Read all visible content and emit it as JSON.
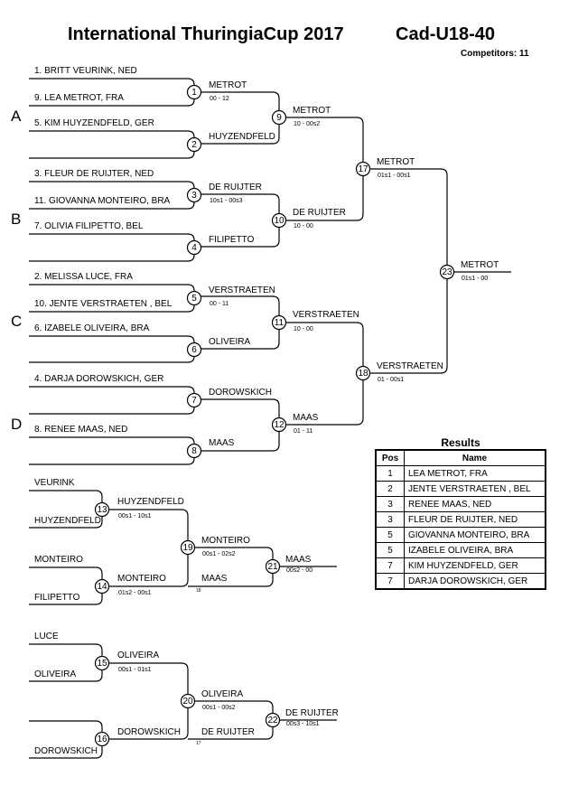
{
  "header": {
    "title": "International ThuringiaCup 2017",
    "category": "Cad-U18-40",
    "competitors": "Competitors: 11"
  },
  "groups": [
    "A",
    "B",
    "C",
    "D"
  ],
  "entrants": [
    "1. BRITT VEURINK, NED",
    "9. LEA METROT, FRA",
    "5. KIM HUYZENDFELD, GER",
    "3. FLEUR DE RUIJTER, NED",
    "11. GIOVANNA MONTEIRO, BRA",
    "7. OLIVIA FILIPETTO, BEL",
    "2. MELISSA LUCE, FRA",
    "10. JENTE VERSTRAETEN , BEL",
    "6. IZABELE OLIVEIRA, BRA",
    "4. DARJA DOROWSKICH, GER",
    "8. RENEE MAAS, NED"
  ],
  "matches": [
    {
      "num": "1",
      "winner": "METROT",
      "score": "00 - 12"
    },
    {
      "num": "2",
      "winner": "HUYZENDFELD",
      "score": ""
    },
    {
      "num": "3",
      "winner": "DE RUIJTER",
      "score": "10s1 - 00s3"
    },
    {
      "num": "4",
      "winner": "FILIPETTO",
      "score": ""
    },
    {
      "num": "5",
      "winner": "VERSTRAETEN",
      "score": "00 - 11"
    },
    {
      "num": "6",
      "winner": "OLIVEIRA",
      "score": ""
    },
    {
      "num": "7",
      "winner": "DOROWSKICH",
      "score": ""
    },
    {
      "num": "8",
      "winner": "MAAS",
      "score": ""
    },
    {
      "num": "9",
      "winner": "METROT",
      "score": "10 - 00s2"
    },
    {
      "num": "10",
      "winner": "DE RUIJTER",
      "score": "10 - 00"
    },
    {
      "num": "11",
      "winner": "VERSTRAETEN",
      "score": "10 - 00"
    },
    {
      "num": "12",
      "winner": "MAAS",
      "score": "01 - 11"
    },
    {
      "num": "17",
      "winner": "METROT",
      "score": "01s1 - 00s1"
    },
    {
      "num": "18",
      "winner": "VERSTRAETEN",
      "score": "01 - 00s1"
    },
    {
      "num": "23",
      "winner": "METROT",
      "score": "01s1 - 00"
    }
  ],
  "repechage": {
    "entrants": [
      "VEURINK",
      "HUYZENDFELD",
      "MONTEIRO",
      "FILIPETTO",
      "LUCE",
      "OLIVEIRA",
      "",
      "DOROWSKICH"
    ],
    "matches": [
      {
        "num": "13",
        "winner": "HUYZENDFELD",
        "score": "00s1 - 10s1"
      },
      {
        "num": "14",
        "winner": "MONTEIRO",
        "score": "01s2 - 00s1"
      },
      {
        "num": "19",
        "winner": "MONTEIRO",
        "score": "00s1 - 02s2"
      },
      {
        "num": "21",
        "winner": "MAAS",
        "score": "00s2 - 00"
      },
      {
        "num": "15",
        "winner": "OLIVEIRA",
        "score": "00s1 - 01s1"
      },
      {
        "num": "16",
        "winner": "DOROWSKICH",
        "score": ""
      },
      {
        "num": "20",
        "winner": "OLIVEIRA",
        "score": "00s1 - 00s2"
      },
      {
        "num": "22",
        "winner": "DE RUIJTER",
        "score": "00s3 - 10s1"
      }
    ],
    "incoming": [
      {
        "name": "MAAS",
        "ref": "18"
      },
      {
        "name": "DE RUIJTER",
        "ref": "17"
      }
    ]
  },
  "results": {
    "title": "Results",
    "headers": [
      "Pos",
      "Name"
    ],
    "rows": [
      {
        "pos": "1",
        "name": "LEA METROT, FRA"
      },
      {
        "pos": "2",
        "name": "JENTE VERSTRAETEN , BEL"
      },
      {
        "pos": "3",
        "name": "RENEE MAAS, NED"
      },
      {
        "pos": "3",
        "name": "FLEUR DE RUIJTER, NED"
      },
      {
        "pos": "5",
        "name": "GIOVANNA MONTEIRO, BRA"
      },
      {
        "pos": "5",
        "name": "IZABELE OLIVEIRA, BRA"
      },
      {
        "pos": "7",
        "name": "KIM HUYZENDFELD, GER"
      },
      {
        "pos": "7",
        "name": "DARJA DOROWSKICH, GER"
      }
    ]
  }
}
